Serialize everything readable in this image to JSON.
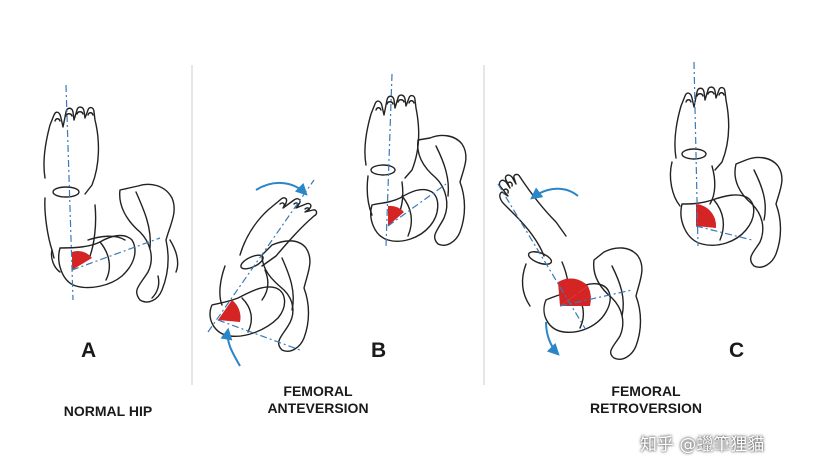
{
  "panels": [
    {
      "letter": "A",
      "caption": [
        "NORMAL HIP"
      ]
    },
    {
      "letter": "B",
      "caption": [
        "FEMORAL",
        "ANTEVERSION"
      ]
    },
    {
      "letter": "C",
      "caption": [
        "FEMORAL",
        "RETROVERSION"
      ]
    }
  ],
  "watermark": "知乎 @蠟筆狸貓",
  "colors": {
    "line": "#222222",
    "axis": "#3a7ab8",
    "angle_fill": "#d42424",
    "arrow": "#2a86c6",
    "divider": "#cccccc"
  }
}
